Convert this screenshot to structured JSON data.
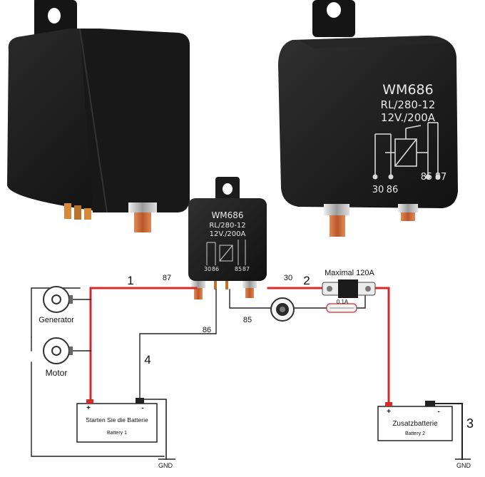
{
  "relay_large": {
    "model": "WM686",
    "rating_line1": "RL/280-12",
    "rating_line2": "12V./200A",
    "terminals": [
      "30",
      "86",
      "85",
      "87"
    ]
  },
  "relay_small": {
    "model": "WM686",
    "rating_line1": "RL/280-12",
    "rating_line2": "12V./200A",
    "terminals": [
      "30",
      "86",
      "85",
      "87"
    ]
  },
  "wiring": {
    "wire_1": "1",
    "wire_2": "2",
    "wire_3": "3",
    "wire_4": "4",
    "terminal_87": "87",
    "terminal_30": "30",
    "terminal_85": "85",
    "terminal_86": "86",
    "fuse_main": "Maximal 120A",
    "fuse_small": "0.1A"
  },
  "components": {
    "generator": "Generator",
    "motor": "Motor",
    "battery1_plus": "+",
    "battery1_minus": "-",
    "battery1_title": "Starten Sie die Batterie",
    "battery1_sub": "Battery 1",
    "battery2_plus": "+",
    "battery2_minus": "-",
    "battery2_title": "Zusatzbatterie",
    "battery2_sub": "Battery 2",
    "gnd1": "GND",
    "gnd2": "GND"
  },
  "colors": {
    "relay_body": "#1c1c1c",
    "wire_red": "#d42a2a",
    "wire_black": "#222222",
    "copper": "#c8693a"
  }
}
